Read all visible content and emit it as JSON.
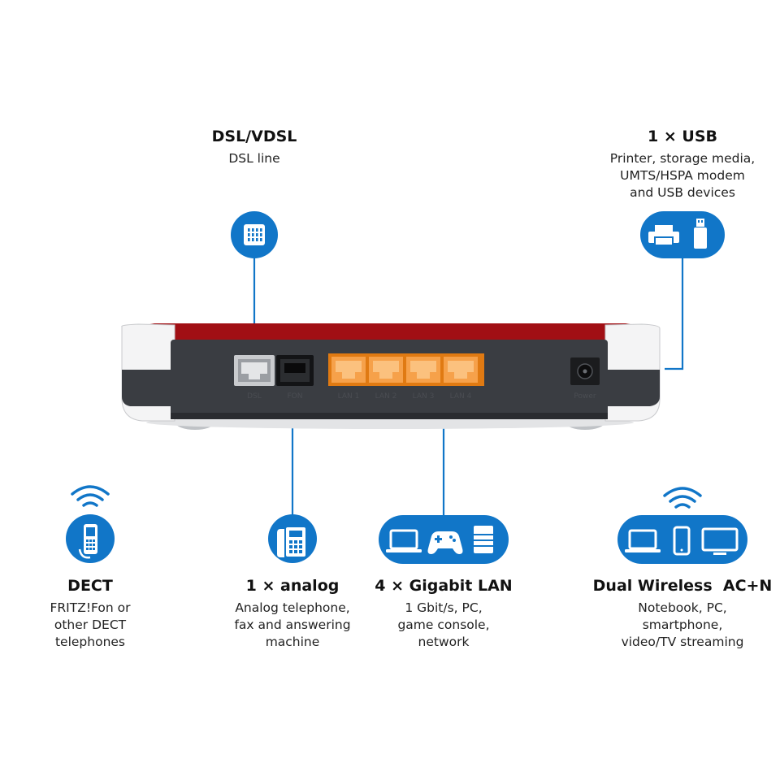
{
  "colors": {
    "accent_blue": "#1176c8",
    "router_red": "#a10f14",
    "router_dark": "#3a3d42",
    "lan_orange": "#f08a1e"
  },
  "router": {
    "port_labels": [
      "DSL",
      "FON",
      "LAN 1",
      "LAN 2",
      "LAN 3",
      "LAN 4",
      "Power"
    ]
  },
  "callouts": {
    "dsl": {
      "title": "DSL/VDSL",
      "lines": [
        "DSL line"
      ],
      "icons": [
        "dsl-socket-icon"
      ]
    },
    "usb": {
      "title": "1 × USB",
      "lines": [
        "Printer, storage media,",
        "UMTS/HSPA modem",
        "and USB devices"
      ],
      "icons": [
        "printer-icon",
        "usb-stick-icon"
      ]
    },
    "dect": {
      "title": "DECT",
      "lines": [
        "FRITZ!Fon or",
        "other DECT",
        "telephones"
      ],
      "icons": [
        "wifi-icon",
        "cordless-phone-icon"
      ]
    },
    "analog": {
      "title": "1 × analog",
      "lines": [
        "Analog telephone,",
        "fax and answering",
        "machine"
      ],
      "icons": [
        "desk-phone-icon"
      ]
    },
    "lan": {
      "title": "4 × Gigabit LAN",
      "lines": [
        "1 Gbit/s, PC,",
        "game console,",
        "network"
      ],
      "icons": [
        "laptop-icon",
        "gamepad-icon",
        "server-icon"
      ]
    },
    "wireless": {
      "title": "Dual Wireless  AC+N",
      "lines": [
        "Notebook, PC,",
        "smartphone,",
        "video/TV streaming"
      ],
      "icons": [
        "wifi-icon",
        "laptop-icon",
        "smartphone-icon",
        "monitor-icon"
      ]
    }
  }
}
